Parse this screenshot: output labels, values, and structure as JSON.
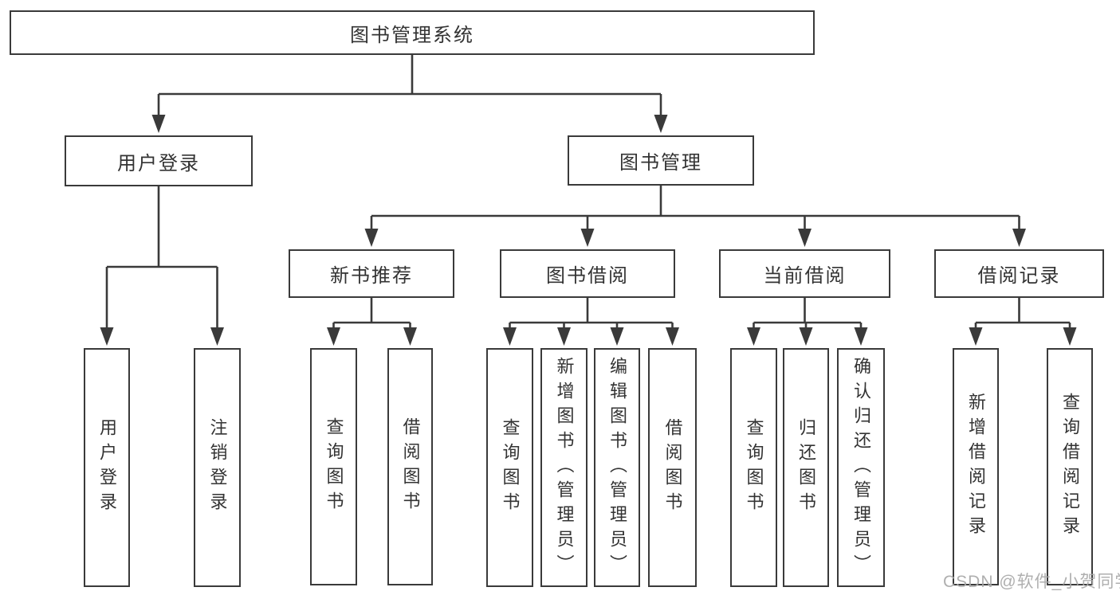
{
  "nodes": [
    {
      "id": "root",
      "label": "图书管理系统",
      "parent": null
    },
    {
      "id": "user-login",
      "label": "用户登录",
      "parent": "root"
    },
    {
      "id": "book-mgmt",
      "label": "图书管理",
      "parent": "root"
    },
    {
      "id": "login",
      "label": "用户登录",
      "parent": "user-login"
    },
    {
      "id": "logout",
      "label": "注销登录",
      "parent": "user-login"
    },
    {
      "id": "new-book-rec",
      "label": "新书推荐",
      "parent": "book-mgmt"
    },
    {
      "id": "book-borrow",
      "label": "图书借阅",
      "parent": "book-mgmt"
    },
    {
      "id": "current-borrow",
      "label": "当前借阅",
      "parent": "book-mgmt"
    },
    {
      "id": "borrow-record",
      "label": "借阅记录",
      "parent": "book-mgmt"
    },
    {
      "id": "rec-query",
      "label": "查询图书",
      "parent": "new-book-rec"
    },
    {
      "id": "rec-borrow",
      "label": "借阅图书",
      "parent": "new-book-rec"
    },
    {
      "id": "bb-query",
      "label": "查询图书",
      "parent": "book-borrow"
    },
    {
      "id": "bb-add",
      "label": "新增图书（管理员）",
      "parent": "book-borrow"
    },
    {
      "id": "bb-edit",
      "label": "编辑图书（管理员）",
      "parent": "book-borrow"
    },
    {
      "id": "bb-borrow",
      "label": "借阅图书",
      "parent": "book-borrow"
    },
    {
      "id": "cb-query",
      "label": "查询图书",
      "parent": "current-borrow"
    },
    {
      "id": "cb-return",
      "label": "归还图书",
      "parent": "current-borrow"
    },
    {
      "id": "cb-confirm",
      "label": "确认归还（管理员）",
      "parent": "current-borrow"
    },
    {
      "id": "br-add",
      "label": "新增借阅记录",
      "parent": "borrow-record"
    },
    {
      "id": "br-query",
      "label": "查询借阅记录",
      "parent": "borrow-record"
    }
  ],
  "watermark": {
    "text": "CSDN @软件_小贺同学"
  },
  "colors": {
    "line": "#3a3a3a",
    "text": "#333333",
    "background": "#ffffff",
    "watermark": "#a9a9a9"
  }
}
